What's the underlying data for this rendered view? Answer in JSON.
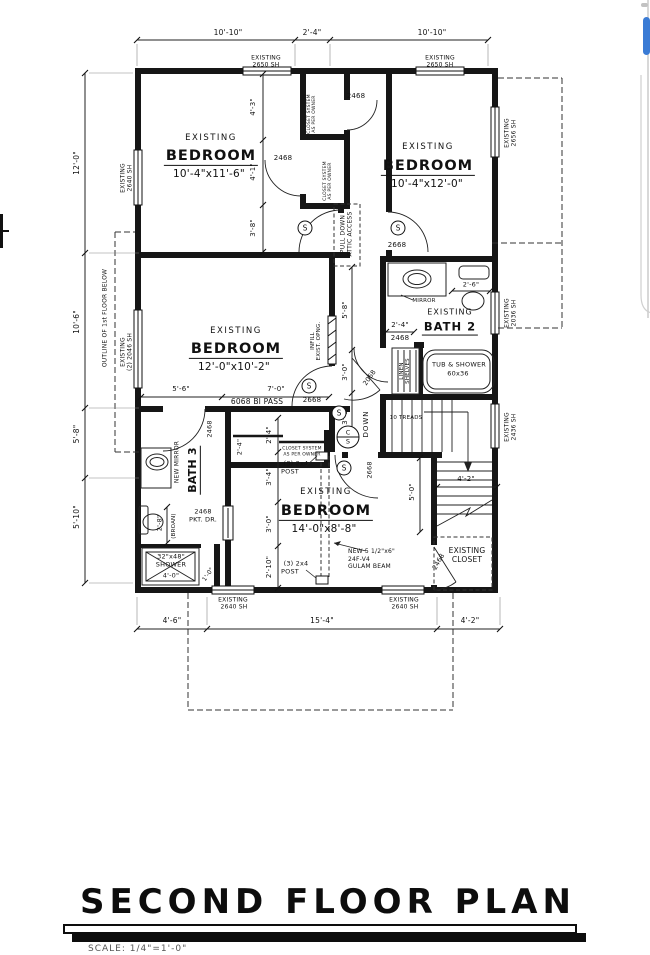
{
  "title_block": {
    "title": "SECOND FLOOR PLAN",
    "scale": "SCALE: 1/4\"=1'-0\""
  },
  "rooms": {
    "bed1": {
      "l1": "EXISTING",
      "l2": "BEDROOM",
      "l3": "10'-4\"x11'-6\""
    },
    "bed2": {
      "l1": "EXISTING",
      "l2": "BEDROOM",
      "l3": "10'-4\"x12'-0\""
    },
    "bed3": {
      "l1": "EXISTING",
      "l2": "BEDROOM",
      "l3": "12'-0\"x10'-2\""
    },
    "bed4": {
      "l1": "EXISTING",
      "l2": "BEDROOM",
      "l3": "14'-0\"x8'-8\""
    },
    "bath2": {
      "l1": "EXISTING",
      "l2": "BATH 2"
    },
    "bath3": {
      "l1": "BATH 3"
    },
    "closet_br": {
      "l1": "EXISTING",
      "l2": "CLOSET"
    }
  },
  "windows": {
    "top_left": {
      "l1": "EXISTING",
      "l2": "2650 SH"
    },
    "top_right": {
      "l1": "EXISTING",
      "l2": "2650 SH"
    },
    "left_upper": {
      "l1": "EXISTING",
      "l2": "2640 SH"
    },
    "left_mid": {
      "l1": "EXISTING",
      "l2": "(2) 2046 SH"
    },
    "right_upper": {
      "l1": "EXISTING",
      "l2": "2656 SH"
    },
    "right_mid": {
      "l1": "EXISTING",
      "l2": "2036 SH"
    },
    "right_lower": {
      "l1": "EXISTING",
      "l2": "2436 SH"
    },
    "bottom_left": {
      "l1": "EXISTING",
      "l2": "2640 SH"
    },
    "bottom_right": {
      "l1": "EXISTING",
      "l2": "2640 SH"
    }
  },
  "dims": {
    "top_l": "10'-10\"",
    "top_m": "2'-4\"",
    "top_r": "10'-10\"",
    "left_1": "12'-0\"",
    "left_2": "10'-6\"",
    "left_3": "5'-8\"",
    "left_4": "5'-10\"",
    "bottom_1": "4'-6\"",
    "bottom_2": "15'-4\"",
    "bottom_3": "4'-2\"",
    "bed1_1": "4'-3\"",
    "bed1_2": "4'-1\"",
    "bed1_3": "3'-8\"",
    "bed3_1": "5'-6\"",
    "bed3_2": "7'-0\"",
    "hall_1": "5'-8\"",
    "hall_2": "3'-0\"",
    "hall_3": "3'-6\"",
    "bath2_toilet": "2'-6\"",
    "bath2_door": "2'-4\"",
    "closet_depth": "2'-4\"",
    "col_1": "2'-4\"",
    "col_2": "3'-4\"",
    "col_3": "3'-0\"",
    "col_4": "2'-10\"",
    "stair_w": "4'-2\"",
    "bed4_h": "5'-0\"",
    "bath3_1": "2'-8\"",
    "shower_1": "4'-0\"",
    "shower_2": "1'-0\""
  },
  "doors": {
    "closet1": "2468",
    "closet2": "2468",
    "bed2": "2668",
    "bed3": "2668",
    "bed4": "2668",
    "bath2": "2468",
    "bath3": "2468",
    "hall": "2068",
    "closet_br": "2468",
    "pocket_l1": "2468",
    "pocket_l2": "PKT. DR.",
    "bipass": "6068 BI PASS"
  },
  "annotations": {
    "attic_l1": "PULL DOWN",
    "attic_l2": "ATTIC ACCESS",
    "closet_sys_l1": "CLOSET SYSTEM",
    "closet_sys_l2": "AS PER OWNER",
    "outline": "OUTLINE OF 1st FLOOR BELOW",
    "infill_l1": "INFILL",
    "infill_l2": "EXIST. OPNG.",
    "linen_l1": "LINEN",
    "linen_l2": "SHELVES",
    "tub_l1": "TUB & SHOWER",
    "tub_l2": "60x36",
    "mirror": "MIRROR",
    "new_mirror": "NEW MIRROR",
    "broan": "(BROAN)",
    "shower_l1": "32\"x48\"",
    "shower_l2": "SHOWER",
    "post_l1": "(3) 2x4",
    "post_l2": "POST",
    "beam_l1": "NEW 5 1/2\"x6\"",
    "beam_l2": "24F-V4",
    "beam_l3": "GULAM BEAM",
    "down": "DOWN",
    "treads": "10 TREADS"
  },
  "symbols": {
    "s": "S",
    "c": "C"
  }
}
